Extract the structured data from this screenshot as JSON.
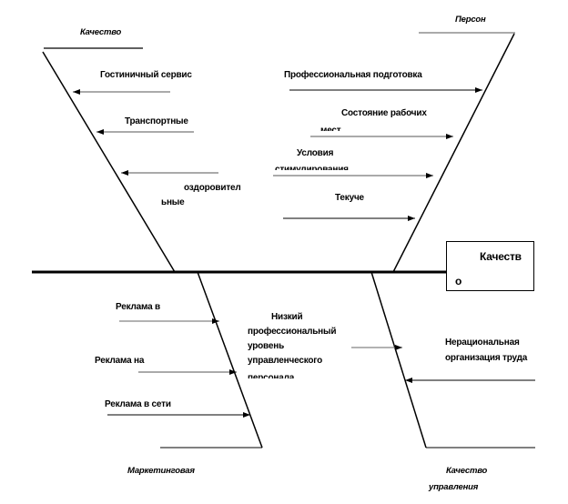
{
  "effect": {
    "line1": "Качеств",
    "line2": "о"
  },
  "categories": {
    "quality": "Качество",
    "personnel": "Персон",
    "marketing": "Маркетинговая",
    "management_line1": "Качество",
    "management_line2": "управления"
  },
  "causes": {
    "quality": [
      "Гостиничный сервис",
      "Транспортные",
      "оздоровител",
      "ьные"
    ],
    "personnel": [
      "Профессиональная подготовка",
      "Состояние рабочих",
      "мест",
      "Условия",
      "стимулирования",
      "Текуче"
    ],
    "marketing": [
      "Реклама в",
      "Реклама на",
      "Реклама в сети"
    ],
    "management": [
      "Низкий",
      "профессиональный",
      "уровень",
      "управленческого",
      "персонала",
      "Нерациональная",
      "организация труда"
    ]
  }
}
